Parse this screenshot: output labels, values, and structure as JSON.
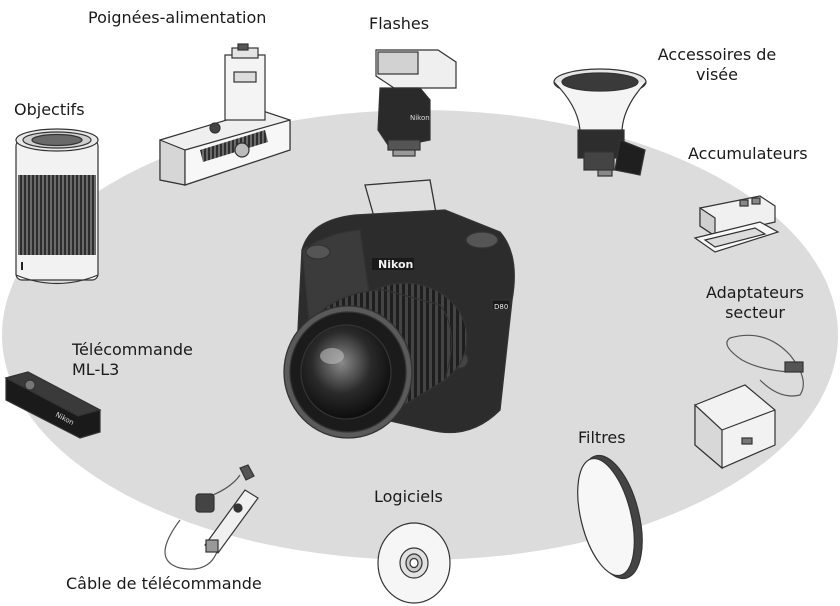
{
  "labels": {
    "grips": "Poignées-alimentation",
    "flashes": "Flashes",
    "viewfinder_line1": "Accessoires de",
    "viewfinder_line2": "visée",
    "lenses": "Objectifs",
    "batteries": "Accumulateurs",
    "ac_line1": "Adaptateurs",
    "ac_line2": "secteur",
    "remote_line1": "Télécommande",
    "remote_line2": "ML-L3",
    "filters": "Filtres",
    "software": "Logiciels",
    "remote_cable": "Câble de télécommande"
  },
  "branding": {
    "camera_logo": "Nikon",
    "flash_logo": "Nikon",
    "remote_logo": "Nikon",
    "camera_model": "D80"
  },
  "colors": {
    "background_ellipse": "#dcdcdc",
    "line_art": "#333333",
    "device_fill": "#f7f7f7"
  }
}
